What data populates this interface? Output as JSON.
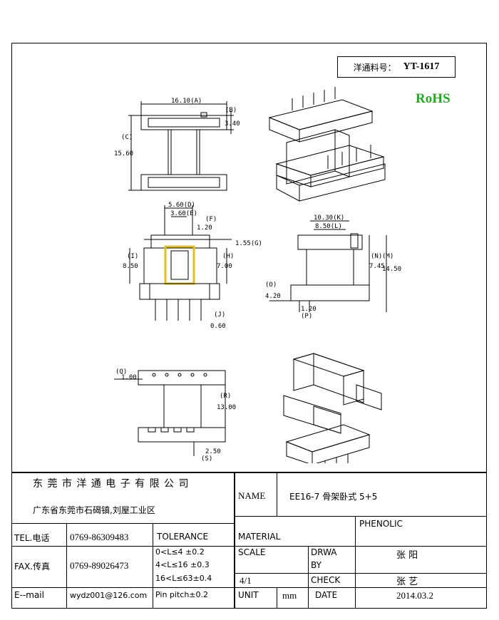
{
  "header": {
    "part_label": "洋通料号：",
    "part_number": "YT-1617",
    "rohs": "RoHS"
  },
  "drawing": {
    "top_view": {
      "width": "16.10",
      "width_ref": "(A)",
      "height": "15.60",
      "height_ref": "(C)",
      "flange": "3.40",
      "flange_ref": "(B)"
    },
    "front_view": {
      "d1": "5.60",
      "d1_ref": "(D)",
      "d2": "3.60",
      "d2_ref": "(E)",
      "f": "1.20",
      "f_ref": "(F)",
      "g": "1.55",
      "g_ref": "(G)",
      "i": "8.50",
      "i_ref": "(I)",
      "h": "7.00",
      "h_ref": "(H)",
      "j": "0.60",
      "j_ref": "(J)"
    },
    "side_view": {
      "k": "10.30",
      "k_ref": "(K)",
      "l": "8.50",
      "l_ref": "(L)",
      "n": "7.45",
      "n_ref": "(N)",
      "m": "14.50",
      "m_ref": "(M)",
      "o": "4.20",
      "o_ref": "(O)",
      "p": "1.20",
      "p_ref": "(P)"
    },
    "bottom_view": {
      "q": "1.00",
      "q_ref": "(Q)",
      "r": "13.00",
      "r_ref": "(R)",
      "s": "2.50",
      "s_ref": "(S)"
    }
  },
  "title_block": {
    "company": "东 莞 市 洋 通 电 子 有 限 公 司",
    "address": "广东省东莞市石碣镇,刘屋工业区",
    "name_label": "NAME",
    "name_value": "EE16-7 骨架卧式 5+5",
    "tel_label": "TEL.电话",
    "tel_value": "0769-86309483",
    "tolerance_label": "TOLERANCE",
    "material_label": "MATERIAL",
    "material_value": "PHENOLIC",
    "fax_label": "FAX.传真",
    "fax_value": "0769-89026473",
    "tol1": "0<L≤4   ±0.2",
    "tol2": "4<L≤16  ±0.3",
    "tol3": "16<L≤63±0.4",
    "tol4": "Pin pitch±0.2",
    "scale_label": "SCALE",
    "scale_value": "4/1",
    "drawn_label_1": "DRWA",
    "drawn_label_2": "BY",
    "drawn_value": "张 阳",
    "check_label": "CHECK",
    "check_value": "张 艺",
    "email_label": "E--mail",
    "email_value": "wydz001@126.com",
    "unit_label": "UNIT",
    "unit_value": "mm",
    "date_label": "DATE",
    "date_value": "2014.03.2"
  }
}
